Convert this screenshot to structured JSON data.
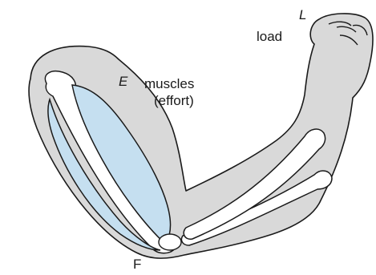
{
  "labels": {
    "load_symbol": "L",
    "load_text": "load",
    "effort_symbol": "E",
    "effort_text_line1": "muscles",
    "effort_text_line2": "(effort)",
    "fulcrum_symbol": "F"
  },
  "colors": {
    "skin": "#d9d9d9",
    "bone": "#ffffff",
    "muscle": "#c5dff0",
    "outline": "#1a1a1a"
  }
}
